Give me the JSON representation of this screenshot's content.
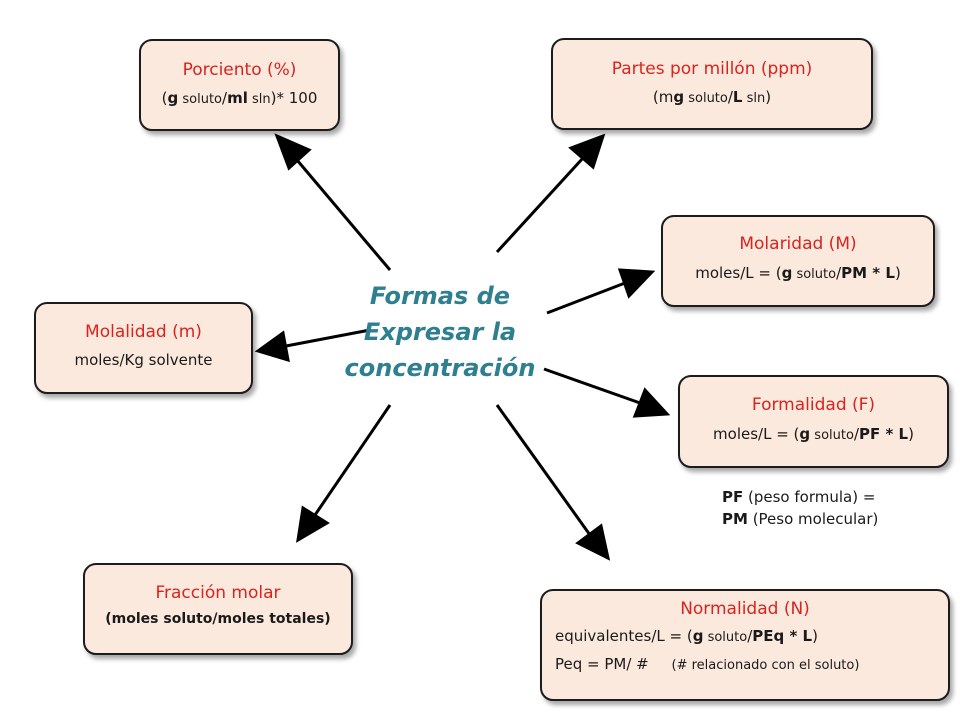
{
  "center": {
    "line1": "Formas  de",
    "line2": "Expresar la",
    "line3": "concentración"
  },
  "porciento": {
    "title": "Porciento (%)",
    "f1": "(",
    "f2": "g",
    "f3": " soluto",
    "f4": "/",
    "f5": "ml",
    "f6": " sln",
    "f7": ")* 100"
  },
  "ppm": {
    "title": "Partes por millón (ppm)",
    "f1": "(m",
    "f2": "g",
    "f3": " soluto",
    "f4": "/",
    "f5": "L",
    "f6": " sln",
    "f7": ")"
  },
  "molaridad": {
    "title": "Molaridad (M)",
    "f1": "moles/L  = (",
    "f2": "g",
    "f3": " soluto",
    "f4": "/",
    "f5": "PM * L",
    "f6": ")"
  },
  "molalidad": {
    "title": "Molalidad (m)",
    "line": "moles/Kg solvente"
  },
  "formalidad": {
    "title": "Formalidad (F)",
    "f1": "moles/L  = (",
    "f2": "g",
    "f3": " soluto",
    "f4": "/",
    "f5": "PF * L",
    "f6": ")"
  },
  "note": {
    "a1": "PF",
    "a2": " (peso formula) =",
    "b1": "PM",
    "b2": " (Peso molecular)"
  },
  "fraccion": {
    "title": "Fracción molar",
    "line": "(moles soluto/moles totales)"
  },
  "normalidad": {
    "title": "Normalidad (N)",
    "f1": "equivalentes/L   = (",
    "f2": "g",
    "f3": " soluto",
    "f4": "/",
    "f5": "PEq * L",
    "f6": ")",
    "g1": "Peq =  PM/ #",
    "g2": "(# relacionado con el soluto)"
  }
}
